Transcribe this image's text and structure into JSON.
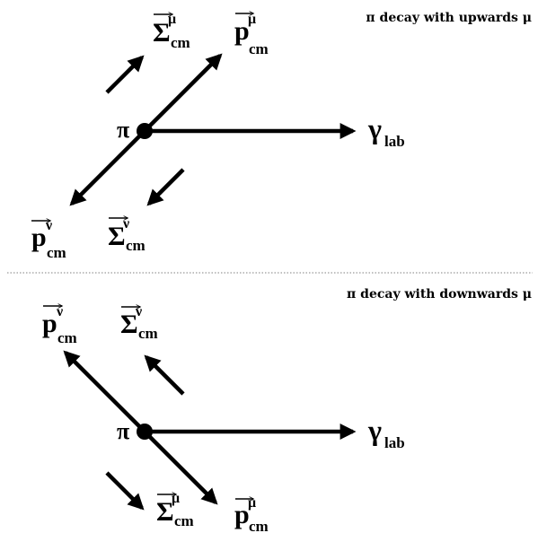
{
  "colors": {
    "ink": "#000000",
    "divider": "#808080",
    "background": "#ffffff"
  },
  "top": {
    "title": "π decay with upwards  μ",
    "pion": "π",
    "photon": {
      "symbol": "γ",
      "subscript": "lab"
    },
    "muon_momentum": {
      "symbol": "p",
      "superscript": "μ",
      "subscript": "cm"
    },
    "neutrino_momentum": {
      "symbol": "p",
      "superscript": "ν",
      "subscript": "cm"
    },
    "muon_spin": {
      "symbol": "Σ",
      "superscript": "μ",
      "subscript": "cm"
    },
    "neutrino_spin": {
      "symbol": "Σ",
      "superscript": "ν",
      "subscript": "cm"
    }
  },
  "bottom": {
    "title": "π decay with downwards  μ",
    "pion": "π",
    "photon": {
      "symbol": "γ",
      "subscript": "lab"
    },
    "muon_momentum": {
      "symbol": "p",
      "superscript": "μ",
      "subscript": "cm"
    },
    "neutrino_momentum": {
      "symbol": "p",
      "superscript": "ν",
      "subscript": "cm"
    },
    "muon_spin": {
      "symbol": "Σ",
      "superscript": "μ",
      "subscript": "cm"
    },
    "neutrino_spin": {
      "symbol": "Σ",
      "superscript": "ν",
      "subscript": "cm"
    }
  }
}
